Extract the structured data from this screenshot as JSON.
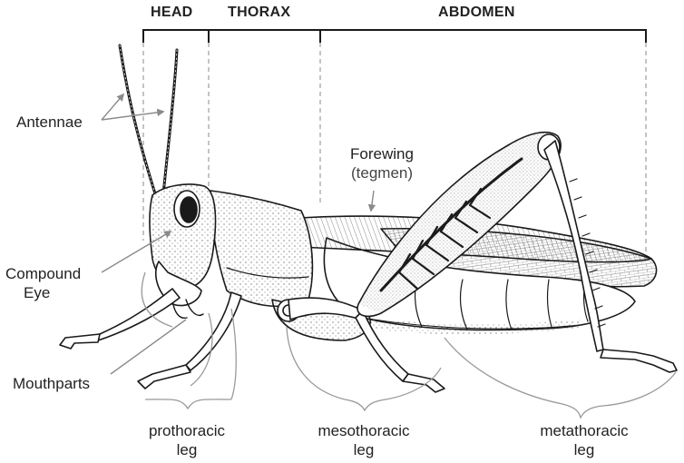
{
  "regions": {
    "head": "HEAD",
    "thorax": "THORAX",
    "abdomen": "ABDOMEN"
  },
  "labels": {
    "antennae": "Antennae",
    "compound_eye_line1": "Compound",
    "compound_eye_line2": "Eye",
    "mouthparts": "Mouthparts",
    "forewing": "Forewing",
    "forewing_sub": "(tegmen)",
    "prothoracic_line1": "prothoracic",
    "prothoracic_line2": "leg",
    "mesothoracic_line1": "mesothoracic",
    "mesothoracic_line2": "leg",
    "metathoracic_line1": "metathoracic",
    "metathoracic_line2": "leg"
  },
  "colors": {
    "ink": "#1a1a1a",
    "leader": "#9a9a9a",
    "text": "#222222"
  }
}
